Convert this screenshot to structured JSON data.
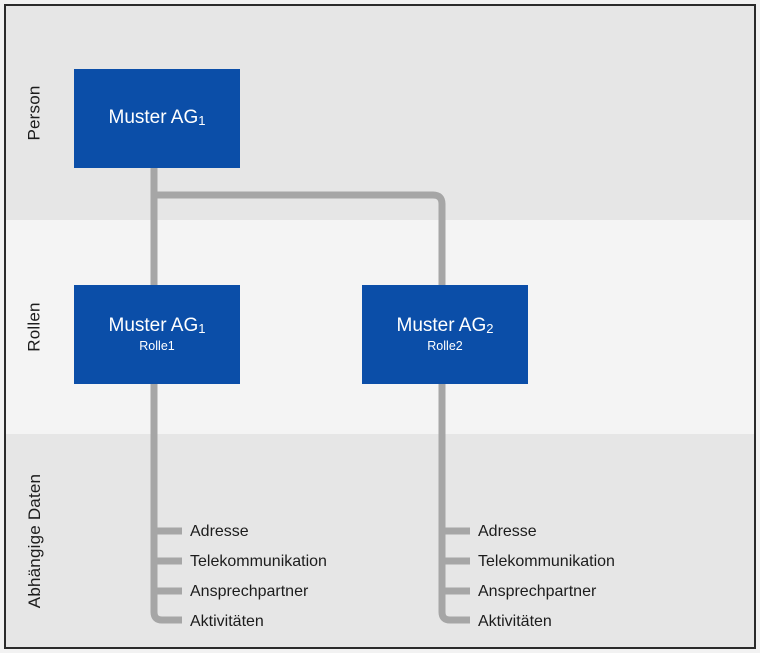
{
  "diagram": {
    "title": "Person / Rollen / Abhängige Daten",
    "colors": {
      "node_fill": "#0b4ea8",
      "node_text": "#ffffff",
      "connector": "#a6a6a6",
      "band_dark": "#e6e6e6",
      "band_light": "#f4f4f4",
      "frame_border": "#2b2b2b",
      "label_text": "#1c1c1c"
    },
    "bands": [
      {
        "key": "person",
        "label": "Person"
      },
      {
        "key": "rollen",
        "label": "Rollen"
      },
      {
        "key": "daten",
        "label": "Abhängige Daten"
      }
    ],
    "nodes": {
      "person": {
        "title": "Muster AG",
        "index": "1",
        "subtitle": ""
      },
      "role1": {
        "title": "Muster AG",
        "index": "1",
        "subtitle": "Rolle1"
      },
      "role2": {
        "title": "Muster AG",
        "index": "2",
        "subtitle": "Rolle2"
      }
    },
    "dependent_data": {
      "left": [
        "Adresse",
        "Telekommunikation",
        "Ansprechpartner",
        "Aktivitäten"
      ],
      "right": [
        "Adresse",
        "Telekommunikation",
        "Ansprechpartner",
        "Aktivitäten"
      ]
    }
  }
}
